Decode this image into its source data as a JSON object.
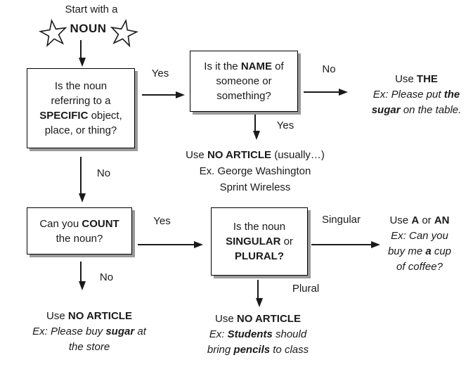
{
  "diagram_title": {
    "line1": "Start with a",
    "noun": "NOUN"
  },
  "boxes": {
    "specific": {
      "lines": [
        [
          {
            "t": "Is the noun"
          }
        ],
        [
          {
            "t": "referring to a"
          }
        ],
        [
          {
            "t": "SPECIFIC",
            "b": true
          },
          {
            "t": " object,"
          }
        ],
        [
          {
            "t": "place, or thing?"
          }
        ]
      ]
    },
    "name": {
      "lines": [
        [
          {
            "t": "Is it the "
          },
          {
            "t": "NAME",
            "b": true
          },
          {
            "t": " of"
          }
        ],
        [
          {
            "t": "someone or"
          }
        ],
        [
          {
            "t": "something?"
          }
        ]
      ]
    },
    "count": {
      "lines": [
        [
          {
            "t": "Can you "
          },
          {
            "t": "COUNT",
            "b": true
          }
        ],
        [
          {
            "t": "the noun?"
          }
        ]
      ]
    },
    "singular_plural": {
      "lines": [
        [
          {
            "t": "Is the noun"
          }
        ],
        [
          {
            "t": "SINGULAR",
            "b": true
          },
          {
            "t": " or"
          }
        ],
        [
          {
            "t": "PLURAL?",
            "b": true
          }
        ]
      ]
    }
  },
  "outcomes": {
    "use_the": {
      "lines": [
        [
          {
            "t": "Use "
          },
          {
            "t": "THE",
            "b": true
          }
        ],
        [
          {
            "t": "Ex: Please put ",
            "i": true
          },
          {
            "t": "the",
            "b": true,
            "i": true
          }
        ],
        [
          {
            "t": "sugar",
            "b": true,
            "i": true
          },
          {
            "t": " on the table.",
            "i": true
          }
        ]
      ]
    },
    "no_article_names": {
      "lines": [
        [
          {
            "t": "Use "
          },
          {
            "t": "NO ARTICLE",
            "b": true
          },
          {
            "t": " (usually…)"
          }
        ],
        [
          {
            "t": "Ex. George Washington"
          }
        ],
        [
          {
            "t": "Sprint Wireless"
          }
        ]
      ]
    },
    "a_or_an": {
      "lines": [
        [
          {
            "t": "Use "
          },
          {
            "t": "A",
            "b": true
          },
          {
            "t": " or "
          },
          {
            "t": "AN",
            "b": true
          }
        ],
        [
          {
            "t": "Ex: Can you",
            "i": true
          }
        ],
        [
          {
            "t": "buy me ",
            "i": true
          },
          {
            "t": "a",
            "b": true,
            "i": true
          },
          {
            "t": " cup",
            "i": true
          }
        ],
        [
          {
            "t": "of coffee?",
            "i": true
          }
        ]
      ]
    },
    "no_article_uncountable": {
      "lines": [
        [
          {
            "t": "Use "
          },
          {
            "t": "NO ARTICLE",
            "b": true
          }
        ],
        [
          {
            "t": "Ex: Please buy ",
            "i": true
          },
          {
            "t": "sugar",
            "b": true,
            "i": true
          },
          {
            "t": " at",
            "i": true
          }
        ],
        [
          {
            "t": "the store",
            "i": true
          }
        ]
      ]
    },
    "no_article_plural": {
      "lines": [
        [
          {
            "t": "Use "
          },
          {
            "t": "NO ARTICLE",
            "b": true
          }
        ],
        [
          {
            "t": "Ex: ",
            "i": true
          },
          {
            "t": "Students",
            "b": true,
            "i": true
          },
          {
            "t": " should",
            "i": true
          }
        ],
        [
          {
            "t": "bring ",
            "i": true
          },
          {
            "t": "pencils",
            "b": true,
            "i": true
          },
          {
            "t": " to class",
            "i": true
          }
        ]
      ]
    }
  },
  "edge_labels": {
    "specific_yes": "Yes",
    "specific_no": "No",
    "name_no": "No",
    "name_yes": "Yes",
    "count_yes": "Yes",
    "count_no": "No",
    "singular": "Singular",
    "plural": "Plural"
  },
  "colors": {
    "line": "#1a1a1a",
    "box_border": "#000000",
    "box_shadow": "#999999",
    "background": "#ffffff"
  }
}
